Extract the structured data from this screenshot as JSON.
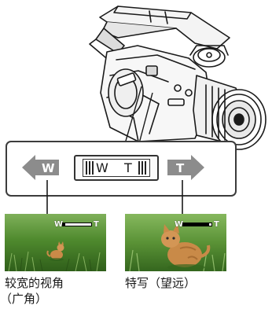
{
  "lever": {
    "wide_letter": "W",
    "tele_letter": "T"
  },
  "arrows": {
    "wide_letter": "W",
    "tele_letter": "T"
  },
  "photos": {
    "wide": {
      "indicator_w": "W",
      "indicator_t": "T",
      "zoom_level": 0.08
    },
    "tele": {
      "indicator_w": "W",
      "indicator_t": "T",
      "zoom_level": 0.92
    }
  },
  "captions": {
    "wide_line1": "较宽的视角",
    "wide_line2": "（广角）",
    "tele_line1": "特写（望远）"
  },
  "colors": {
    "arrow_gray": "#8c8c8c",
    "grass_green": "#4a7a2c",
    "cat_orange": "#c98a48"
  }
}
